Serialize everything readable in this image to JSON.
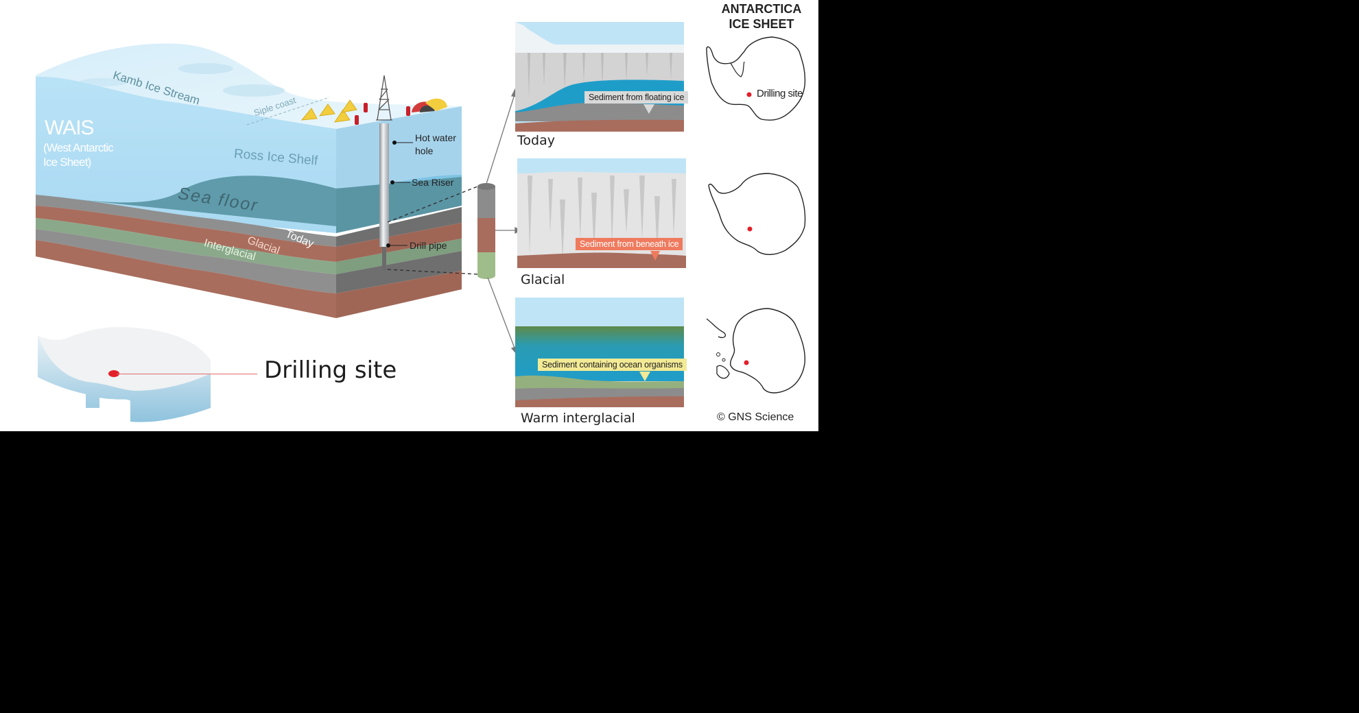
{
  "figure": {
    "credit": "© GNS Science",
    "block_diagram": {
      "wais_title": "WAIS",
      "wais_subtitle_line1": "(West Antarctic",
      "wais_subtitle_line2": "Ice Sheet)",
      "kamb_label": "Kamb Ice Stream",
      "siple_label": "Siple coast",
      "ross_label": "Ross Ice Shelf",
      "sea_floor_label": "Sea floor",
      "layer_labels": [
        "Today",
        "Glacial",
        "Interglacial"
      ],
      "callouts": {
        "hot_water_hole_line1": "Hot water",
        "hot_water_hole_line2": "hole",
        "sea_riser": "Sea Riser",
        "drill_pipe": "Drill pipe"
      }
    },
    "locator": {
      "label": "Drilling site"
    },
    "panels": [
      {
        "caption": "Today",
        "callout": "Sediment from floating ice",
        "callout_color": "#d9d9d9"
      },
      {
        "caption": "Glacial",
        "callout": "Sediment from beneath ice",
        "callout_color": "#ef7a5e"
      },
      {
        "caption": "Warm interglacial",
        "callout": "Sediment containing ocean organisms",
        "callout_color": "#f2ea95"
      }
    ],
    "maps": {
      "title_line1": "ANTARCTICA",
      "title_line2": "ICE SHEET",
      "site_label": "Drilling site",
      "site_color": "#e3202a"
    },
    "colors": {
      "ice_light": "#dcf0fa",
      "ice_mid": "#b3def5",
      "ice_side": "#9fcfe9",
      "sea": "#5e9aa8",
      "sediment_gray": "#8e8e8e",
      "sediment_brown": "#a86d5d",
      "sediment_green": "#8fae8a",
      "ocean_blue": "#1f9dc9"
    }
  }
}
